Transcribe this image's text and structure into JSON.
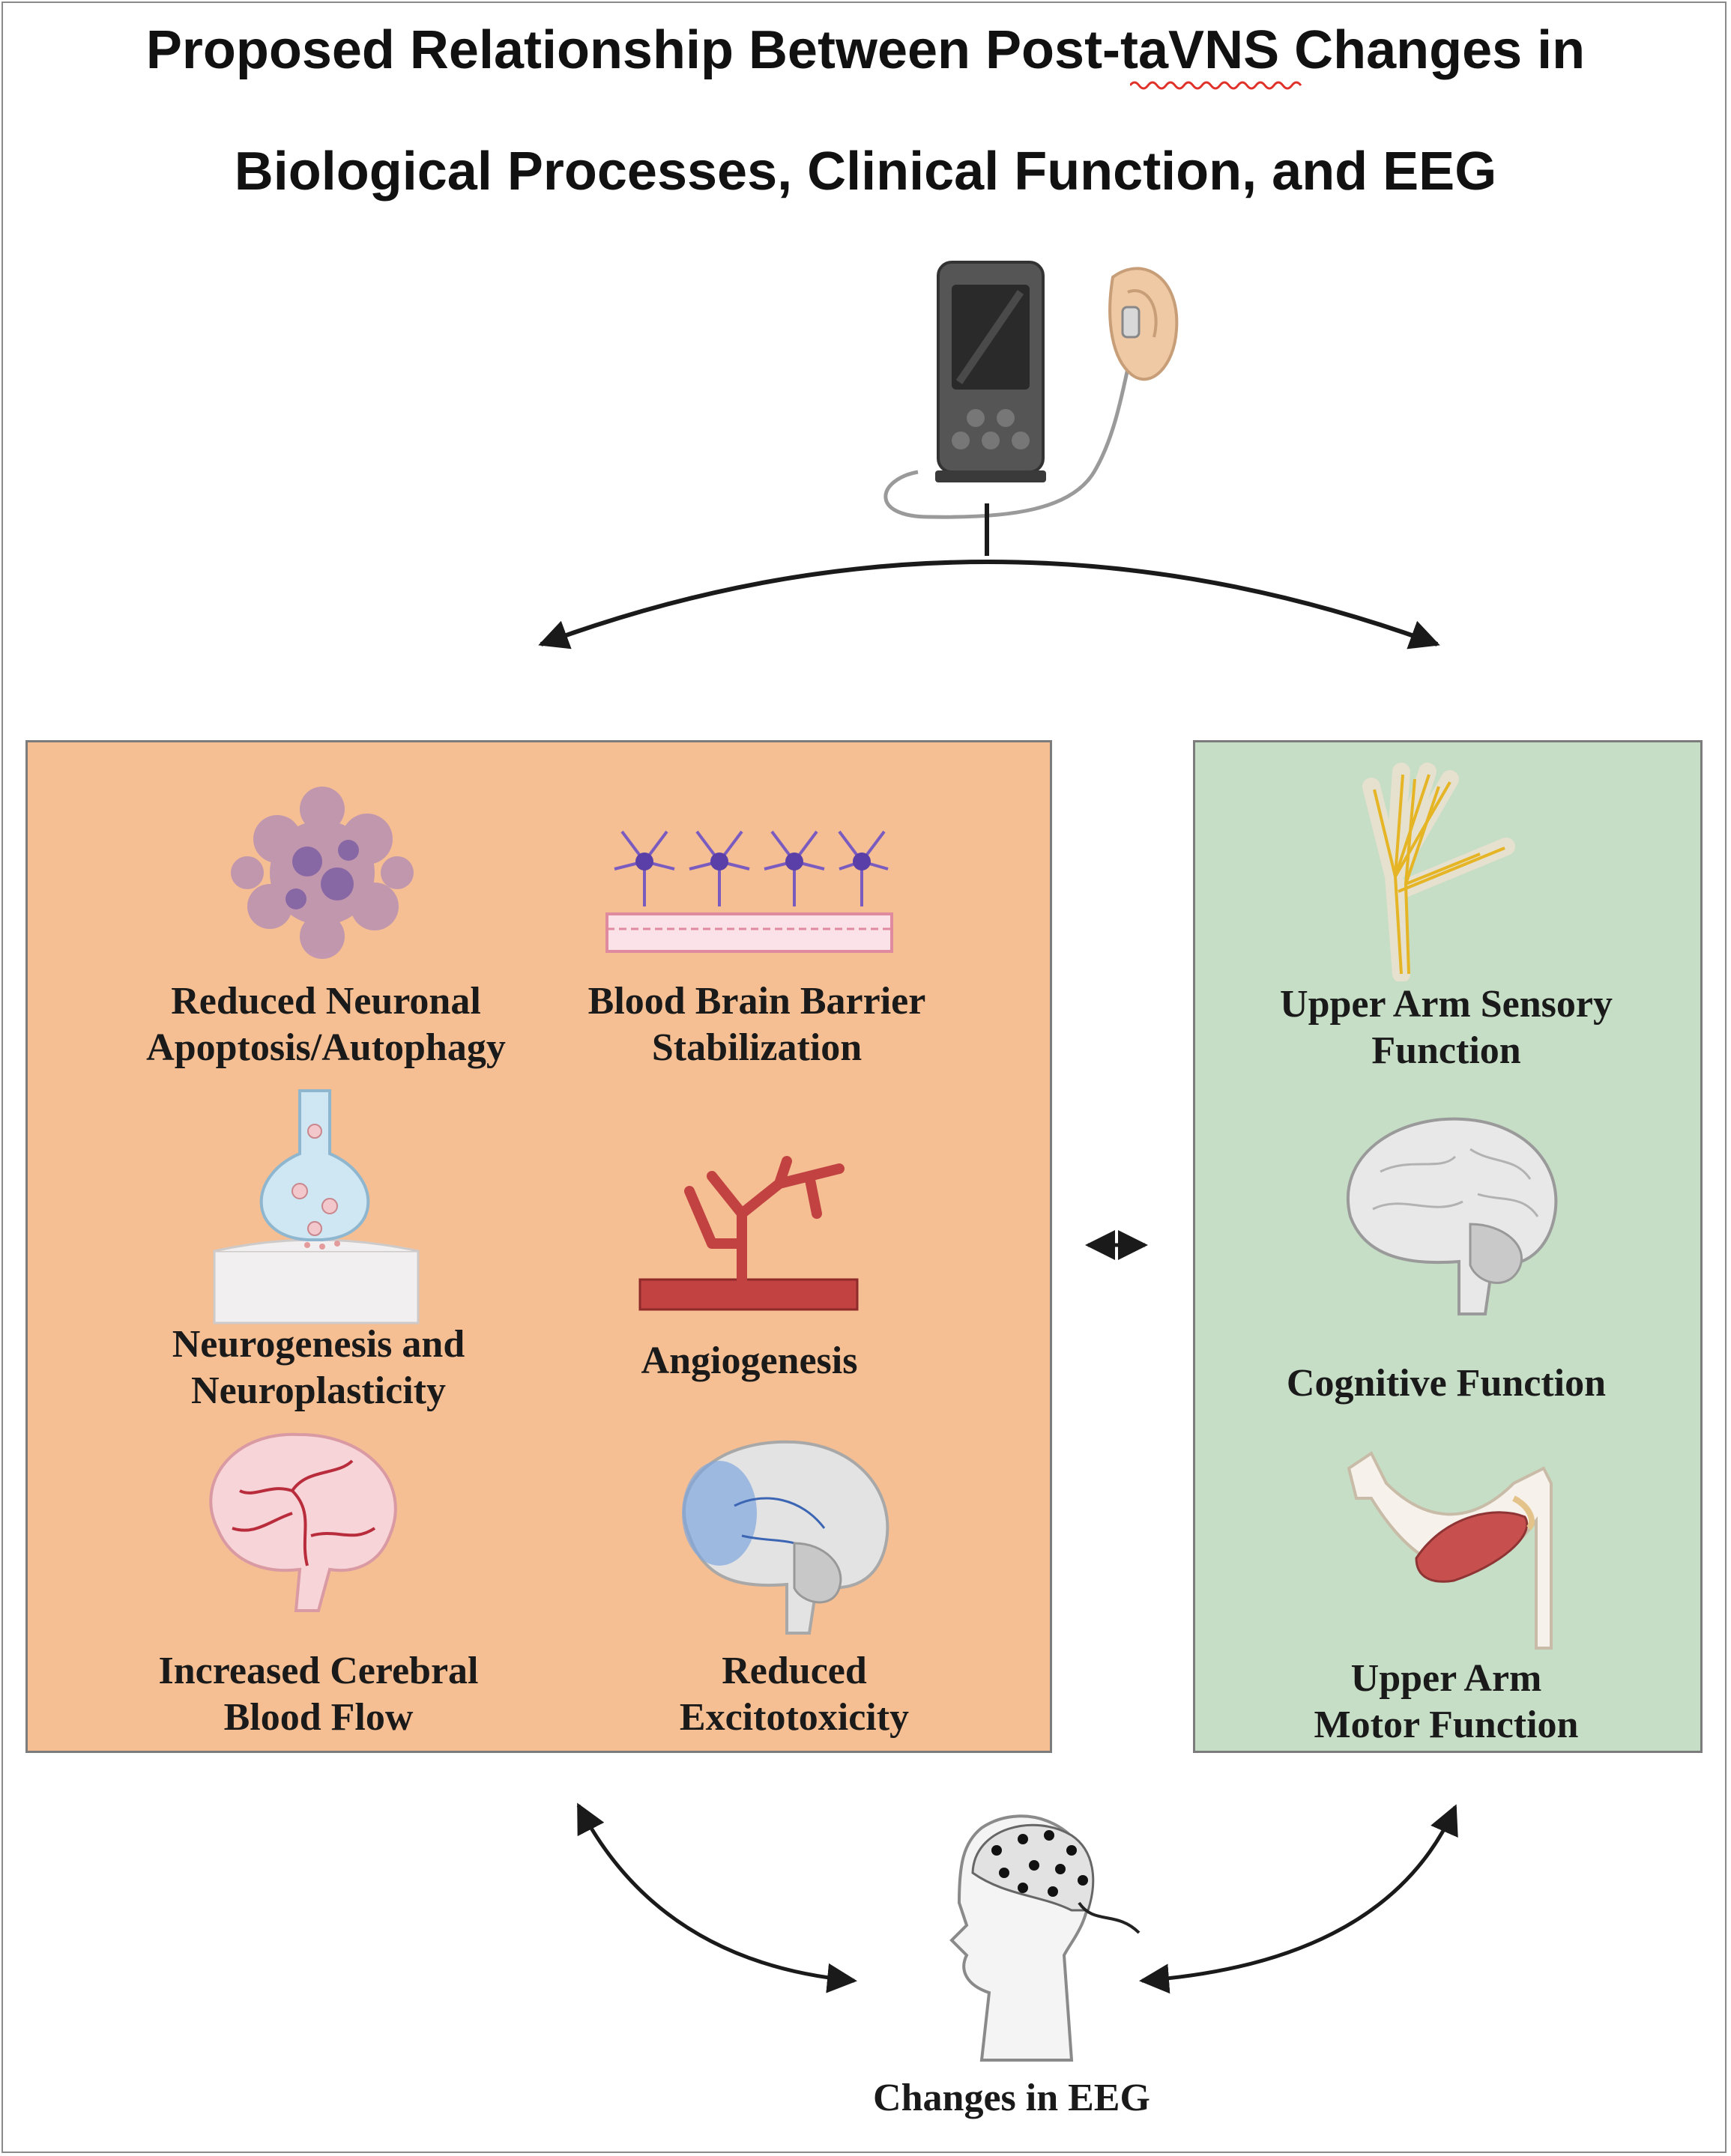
{
  "title": {
    "line1": "Proposed Relationship Between Post-taVNS Changes in",
    "line2": "Biological Processes, Clinical Function, and EEG"
  },
  "device": {
    "icon": "tavns-device-icon"
  },
  "biological_processes": {
    "color": "#f5bf93",
    "items": [
      {
        "icon": "neuron-cluster-icon",
        "lines": [
          "Reduced Neuronal",
          "Apoptosis/Autophagy"
        ]
      },
      {
        "icon": "blood-brain-barrier-icon",
        "lines": [
          "Blood Brain Barrier",
          "Stabilization"
        ]
      },
      {
        "icon": "synapse-icon",
        "lines": [
          "Neurogenesis and",
          "Neuroplasticity"
        ]
      },
      {
        "icon": "blood-vessel-branch-icon",
        "lines": [
          "Angiogenesis"
        ]
      },
      {
        "icon": "brain-vessels-icon",
        "lines": [
          "Increased Cerebral",
          "Blood Flow"
        ]
      },
      {
        "icon": "brain-highlight-icon",
        "lines": [
          "Reduced",
          "Excitotoxicity"
        ]
      }
    ]
  },
  "clinical_function": {
    "color": "#c6ddc6",
    "items": [
      {
        "icon": "hand-nerves-icon",
        "lines": [
          "Upper Arm Sensory",
          "Function"
        ]
      },
      {
        "icon": "brain-icon",
        "lines": [
          "Cognitive Function"
        ]
      },
      {
        "icon": "arm-muscle-icon",
        "lines": [
          "Upper Arm",
          "Motor Function"
        ]
      }
    ]
  },
  "eeg": {
    "icon": "eeg-cap-head-icon",
    "label": "Changes in EEG"
  }
}
